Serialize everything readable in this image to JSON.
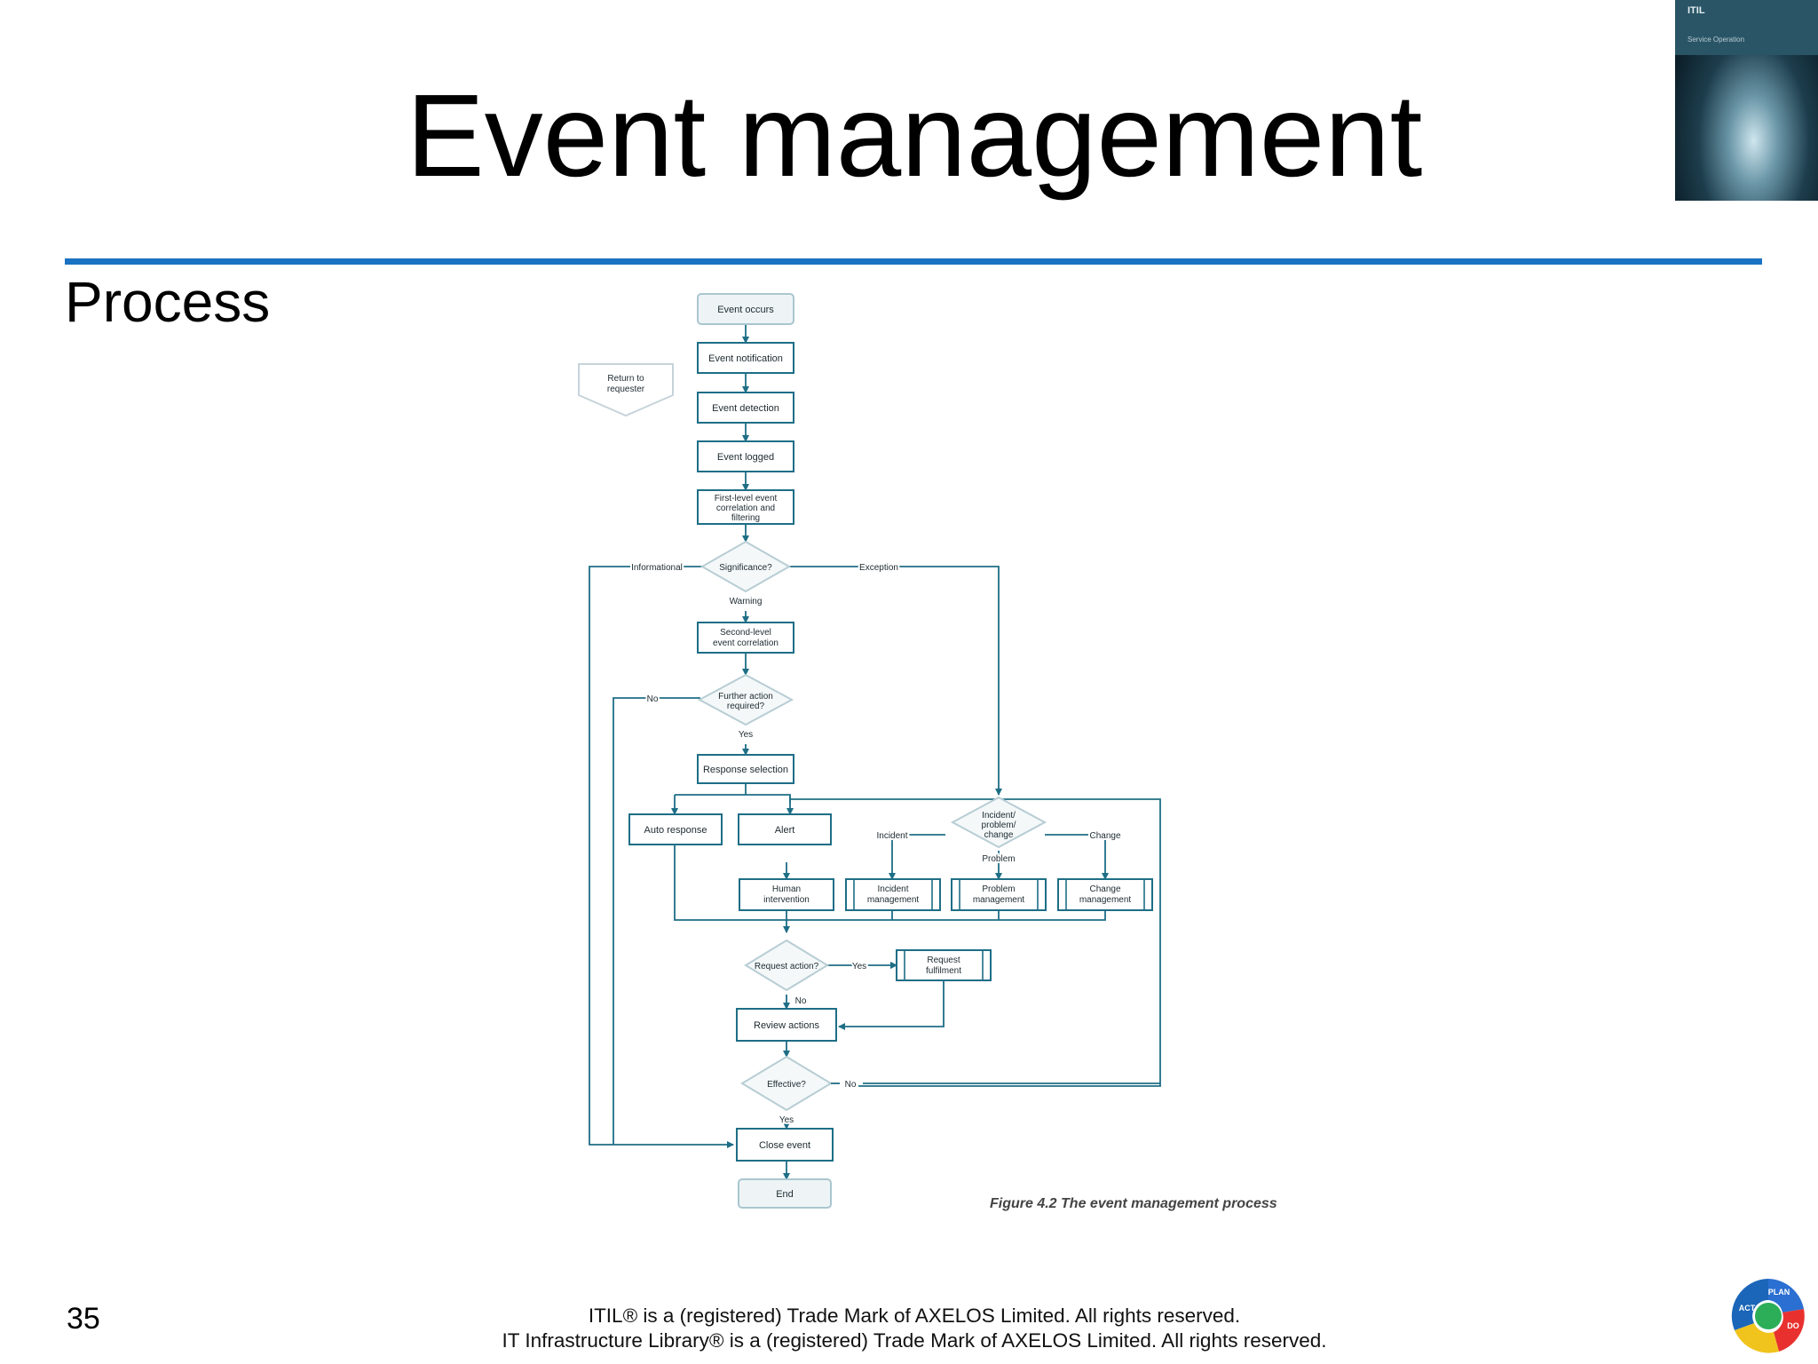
{
  "slide": {
    "title": "Event management",
    "subtitle": "Process",
    "page_number": "35",
    "footer_line1": "ITIL® is a (registered) Trade Mark of AXELOS Limited. All rights reserved.",
    "footer_line2": "IT Infrastructure Library® is a (registered) Trade Mark of AXELOS Limited. All rights reserved.",
    "accent_color": "#1a72c2"
  },
  "cover": {
    "brand": "ITIL",
    "subtitle": "Service Operation"
  },
  "logo": {
    "segments": [
      "PLAN",
      "DO",
      "ACT"
    ]
  },
  "diagram": {
    "caption": "Figure 4.2 The event management process",
    "nodes": {
      "event_occurs": "Event occurs",
      "event_notification": "Event notification",
      "event_detection": "Event detection",
      "event_logged": "Event logged",
      "first_level_l1": "First-level event",
      "first_level_l2": "correlation and",
      "first_level_l3": "filtering",
      "significance": "Significance?",
      "second_level_l1": "Second-level",
      "second_level_l2": "event correlation",
      "further_action_l1": "Further action",
      "further_action_l2": "required?",
      "response_selection": "Response selection",
      "auto_response": "Auto response",
      "alert": "Alert",
      "ipc_l1": "Incident/",
      "ipc_l2": "problem/",
      "ipc_l3": "change",
      "human_l1": "Human",
      "human_l2": "intervention",
      "incident_mgmt_l1": "Incident",
      "incident_mgmt_l2": "management",
      "problem_mgmt_l1": "Problem",
      "problem_mgmt_l2": "management",
      "change_mgmt_l1": "Change",
      "change_mgmt_l2": "management",
      "request_action": "Request action?",
      "request_fulfilment_l1": "Request",
      "request_fulfilment_l2": "fulfilment",
      "review_actions": "Review actions",
      "effective": "Effective?",
      "close_event": "Close event",
      "end": "End",
      "return_l1": "Return to",
      "return_l2": "requester"
    },
    "edge_labels": {
      "informational": "Informational",
      "exception": "Exception",
      "warning": "Warning",
      "no_further": "No",
      "yes_further": "Yes",
      "incident": "Incident",
      "problem": "Problem",
      "change": "Change",
      "yes_request": "Yes",
      "no_request": "No",
      "no_effective": "No",
      "yes_effective": "Yes"
    }
  }
}
